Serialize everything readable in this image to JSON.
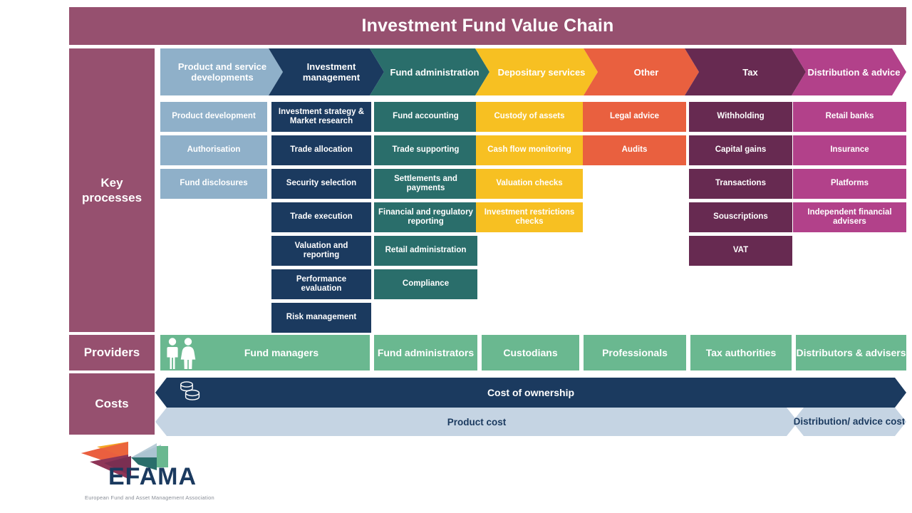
{
  "header": {
    "title": "Investment Fund Value Chain",
    "background": "#96506f"
  },
  "row_labels": {
    "key_processes": "Key processes",
    "providers": "Providers",
    "costs": "Costs"
  },
  "colors": {
    "maroon": "#96506f",
    "light_blue": "#8fb0c9",
    "navy": "#1b3a5f",
    "teal": "#2a6e6b",
    "yellow": "#f7c022",
    "orange": "#e9603f",
    "plum": "#672a51",
    "magenta": "#b2418a",
    "green": "#6ab890",
    "pale_blue": "#c5d4e3"
  },
  "stages": [
    {
      "id": "product-and-service-developments",
      "label": "Product and service developments",
      "color": "#8fb0c9",
      "processes": [
        "Product development",
        "Authorisation",
        "Fund disclosures"
      ]
    },
    {
      "id": "investment-management",
      "label": "Investment management",
      "color": "#1b3a5f",
      "processes": [
        "Investment strategy & Market research",
        "Trade allocation",
        "Security selection",
        "Trade execution",
        "Valuation and reporting",
        "Performance evaluation",
        "Risk management"
      ]
    },
    {
      "id": "fund-administration",
      "label": "Fund administration",
      "color": "#2a6e6b",
      "processes": [
        "Fund accounting",
        "Trade supporting",
        "Settlements and payments",
        "Financial and regulatory reporting",
        "Retail administration",
        "Compliance"
      ]
    },
    {
      "id": "depositary-services",
      "label": "Depositary services",
      "color": "#f7c022",
      "processes": [
        "Custody of assets",
        "Cash flow monitoring",
        "Valuation checks",
        "Investment restrictions checks"
      ]
    },
    {
      "id": "other",
      "label": "Other",
      "color": "#e9603f",
      "processes": [
        "Legal advice",
        "Audits"
      ]
    },
    {
      "id": "tax",
      "label": "Tax",
      "color": "#672a51",
      "processes": [
        "Withholding",
        "Capital gains",
        "Transactions",
        "Souscriptions",
        "VAT"
      ]
    },
    {
      "id": "distribution-and-advice",
      "label": "Distribution & advice",
      "color": "#b2418a",
      "processes": [
        "Retail banks",
        "Insurance",
        "Platforms",
        "Independent financial advisers"
      ]
    }
  ],
  "providers": [
    {
      "label": "Fund managers",
      "icon": "people-icon"
    },
    {
      "label": "Fund administrators"
    },
    {
      "label": "Custodians"
    },
    {
      "label": "Professionals"
    },
    {
      "label": "Tax authorities"
    },
    {
      "label": "Distributors & advisers"
    }
  ],
  "costs": {
    "ownership": {
      "label": "Cost of ownership",
      "icon": "coins-icon"
    },
    "product": {
      "label": "Product cost"
    },
    "distribution": {
      "label": "Distribution/ advice cost"
    }
  },
  "logo": {
    "wordmark": "EFAMA",
    "tagline": "European Fund and Asset Management Association"
  }
}
